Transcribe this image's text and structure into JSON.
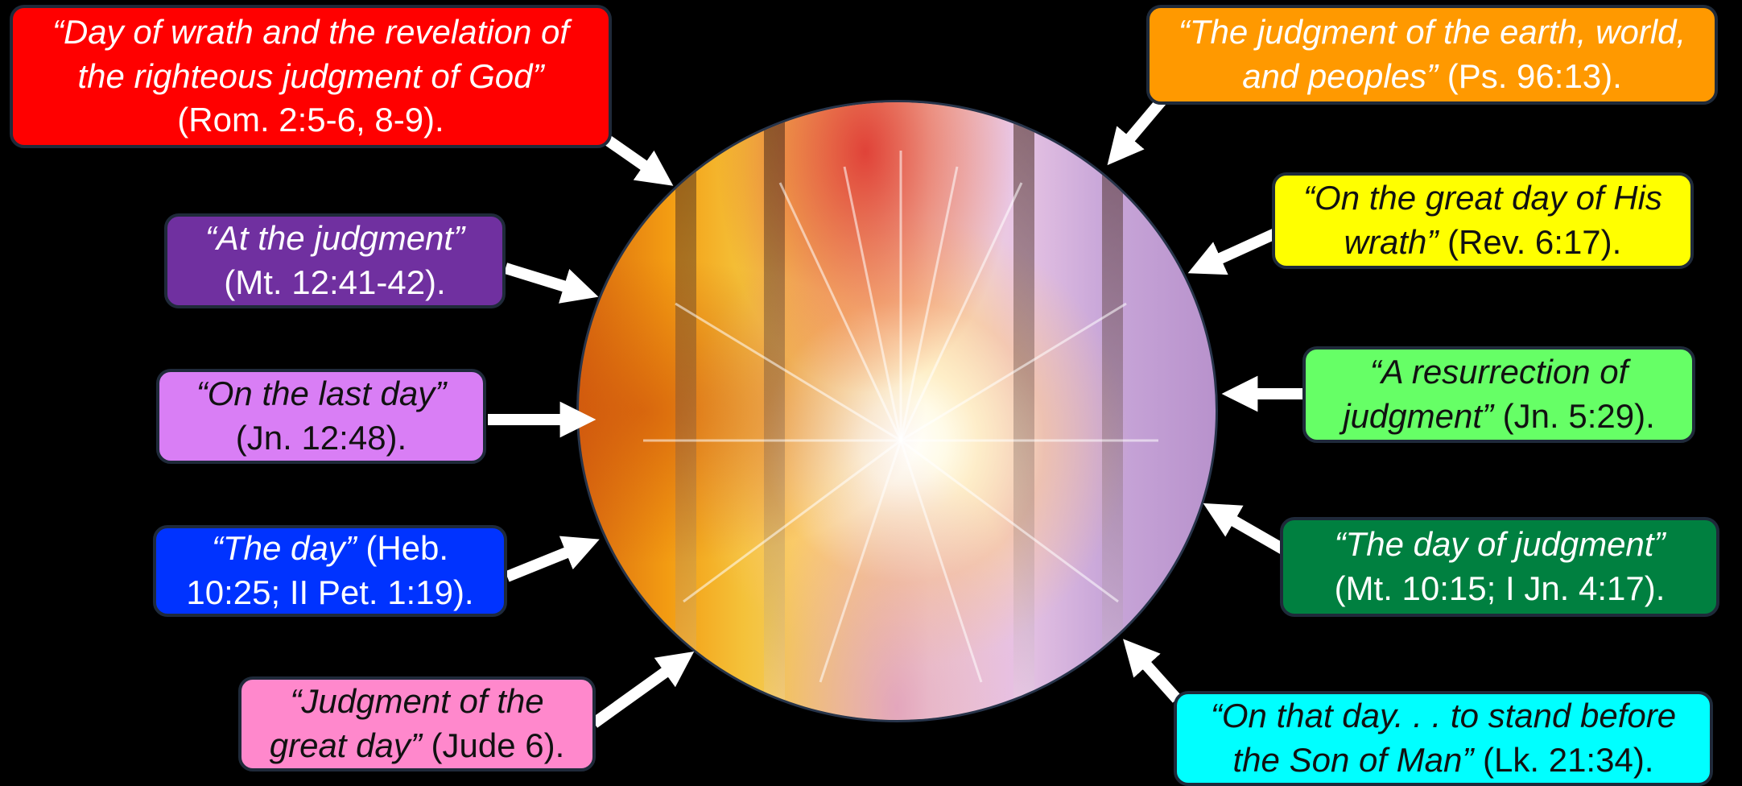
{
  "colors": {
    "red": "#ff0000",
    "orange": "#ff9900",
    "purple": "#7030a0",
    "yellow": "#ffff00",
    "violet": "#d97ef5",
    "lightgreen": "#66ff66",
    "blue": "#0033ff",
    "darkgreen": "#008040",
    "pink": "#ff88cc",
    "cyan": "#00ffff",
    "arrow": "#ffffff",
    "background": "#000000"
  },
  "image": {
    "description_icon": "radiant-light-temple-image"
  },
  "labels": {
    "rom": {
      "quote": "“Day of wrath and the revelation of the righteous judgment of God”",
      "ref": "(Rom. 2:5-6, 8-9)."
    },
    "ps": {
      "quote": "“The judgment of the earth, world, and peoples”",
      "ref": " (Ps. 96:13)."
    },
    "mt12": {
      "quote": "“At the judgment”",
      "ref": "(Mt. 12:41-42)."
    },
    "rev": {
      "quote": "“On the great day of His wrath”",
      "ref": " (Rev. 6:17)."
    },
    "jn12": {
      "quote": "“On the last day”",
      "ref": "(Jn. 12:48)."
    },
    "jn5": {
      "quote": "“A resurrection of judgment”",
      "ref": " (Jn. 5:29)."
    },
    "heb": {
      "quote": "“The day”",
      "ref": " (Heb. 10:25; II Pet. 1:19)."
    },
    "mt10": {
      "quote": "“The day of judgment”",
      "ref": "(Mt. 10:15; I Jn. 4:17)."
    },
    "jude": {
      "quote": "“Judgment of the great day”",
      "ref": " (Jude 6)."
    },
    "lk": {
      "quote": "“On that day. . . to stand before the Son of Man”",
      "ref": " (Lk. 21:34)."
    }
  }
}
